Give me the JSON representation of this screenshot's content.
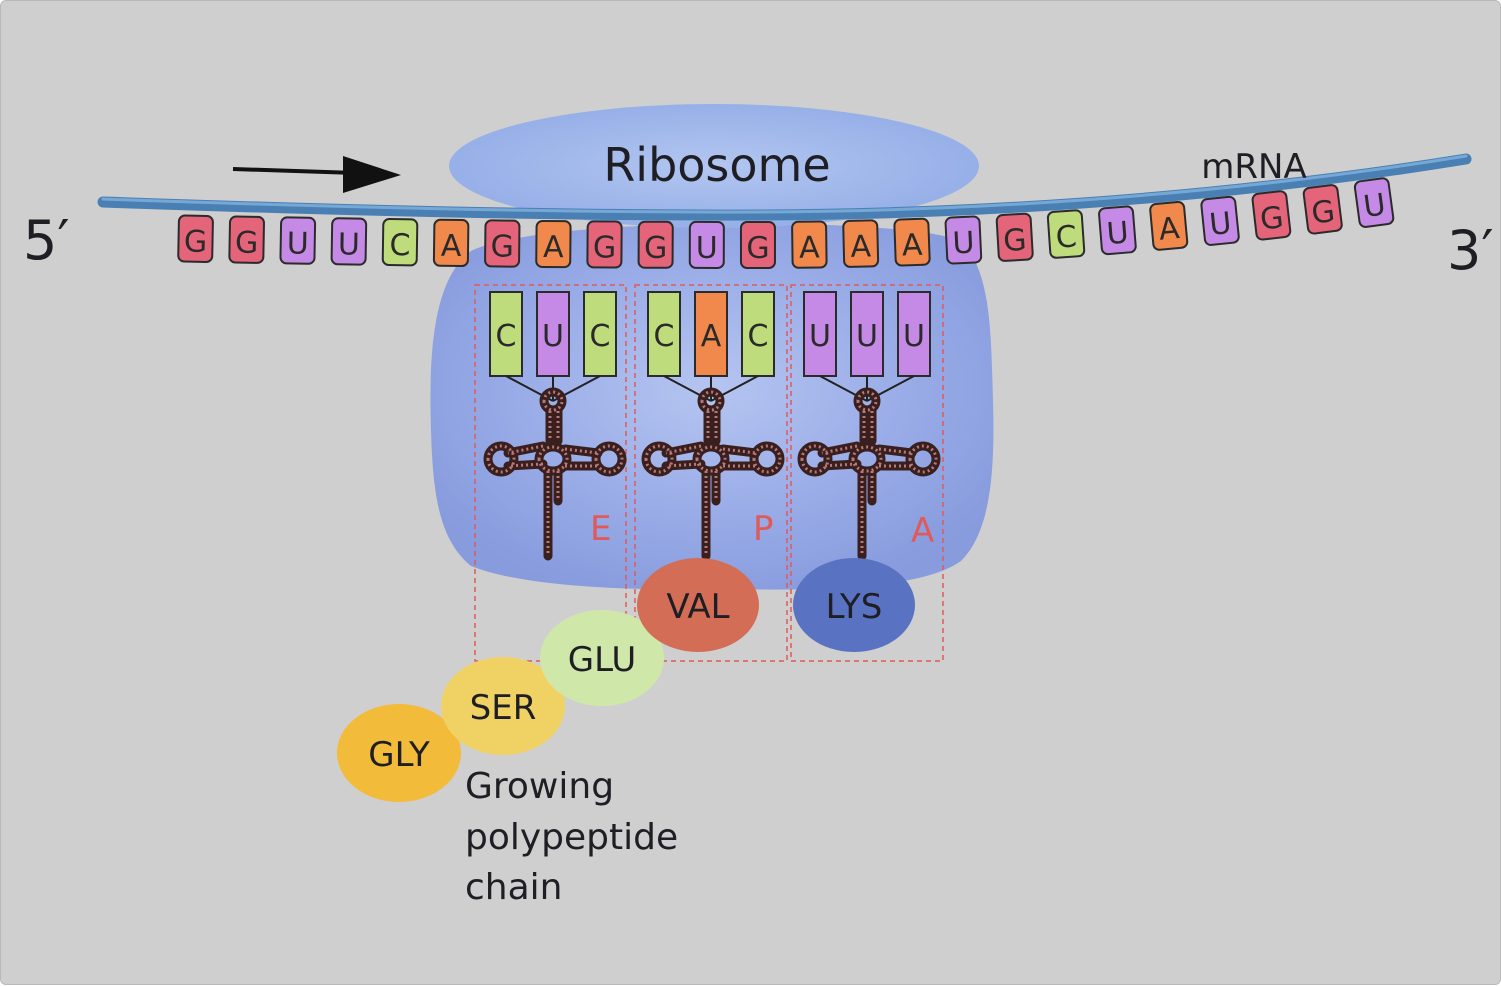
{
  "title": "Ribosome",
  "mrna_label": "mRNA",
  "five_prime": "5′",
  "three_prime": "3′",
  "colors": {
    "G": "#e4647a",
    "U": "#c48ae6",
    "C": "#bedc7c",
    "A": "#f0894b",
    "ribosome": "#8ea4e6",
    "mrna_strand": "#4a7fb4",
    "site_box": "#e05a5a"
  },
  "mrna": [
    "G",
    "G",
    "U",
    "U",
    "C",
    "A",
    "G",
    "A",
    "G",
    "G",
    "U",
    "G",
    "A",
    "A",
    "A",
    "U",
    "G",
    "C",
    "U",
    "A",
    "U",
    "G",
    "G",
    "U"
  ],
  "trna": [
    {
      "anticodon": [
        "C",
        "U",
        "C"
      ],
      "site": "E"
    },
    {
      "anticodon": [
        "C",
        "A",
        "C"
      ],
      "site": "P"
    },
    {
      "anticodon": [
        "U",
        "U",
        "U"
      ],
      "site": "A"
    }
  ],
  "amino_acids": [
    {
      "name": "VAL",
      "color": "#d46d55"
    },
    {
      "name": "LYS",
      "color": "#5a72c2"
    },
    {
      "name": "GLU",
      "color": "#cfe8aa"
    },
    {
      "name": "SER",
      "color": "#f0d264"
    },
    {
      "name": "GLY",
      "color": "#f2bb3a"
    }
  ],
  "chain_label": [
    "Growing",
    "polypeptide",
    "chain"
  ],
  "direction_icon": "right-arrow-icon"
}
